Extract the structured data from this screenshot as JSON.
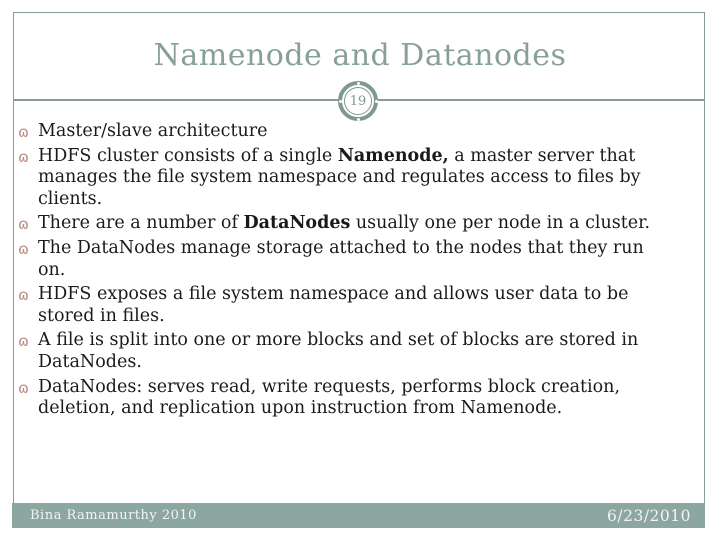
{
  "slide": {
    "title": "Namenode and Datanodes",
    "slide_number": "19",
    "bullet_glyph": "ɷ",
    "bullets": [
      {
        "segments": [
          {
            "text": "Master/slave architecture",
            "bold": false
          }
        ]
      },
      {
        "segments": [
          {
            "text": "HDFS cluster consists of a single ",
            "bold": false
          },
          {
            "text": "Namenode,",
            "bold": true
          },
          {
            "text": " a master server that\nmanages the file system namespace and regulates access to files by\nclients.",
            "bold": false
          }
        ]
      },
      {
        "segments": [
          {
            "text": "There are a number of ",
            "bold": false
          },
          {
            "text": "DataNodes",
            "bold": true
          },
          {
            "text": " usually one per node in a cluster.",
            "bold": false
          }
        ]
      },
      {
        "segments": [
          {
            "text": "The DataNodes manage storage attached to the nodes that they run\non.",
            "bold": false
          }
        ]
      },
      {
        "segments": [
          {
            "text": "HDFS exposes a file system namespace and allows user data to be\nstored in files.",
            "bold": false
          }
        ]
      },
      {
        "segments": [
          {
            "text": "A file is split into one or more blocks and set of blocks are stored in\nDataNodes.",
            "bold": false
          }
        ]
      },
      {
        "segments": [
          {
            "text": "DataNodes: serves read, write requests, performs block creation,\ndeletion, and replication upon instruction from Namenode.",
            "bold": false
          }
        ]
      }
    ],
    "footer": {
      "left": "Bina Ramamurthy 2010",
      "right": "6/23/2010"
    },
    "colors": {
      "accent": "#87a09b",
      "accent_dark": "#7e9894",
      "border": "#8a9a99",
      "footer_bar": "#8ca6a2",
      "bullet": "#b9897f",
      "body_text": "#1a1a1a",
      "footer_text": "#f4f4ef"
    }
  }
}
